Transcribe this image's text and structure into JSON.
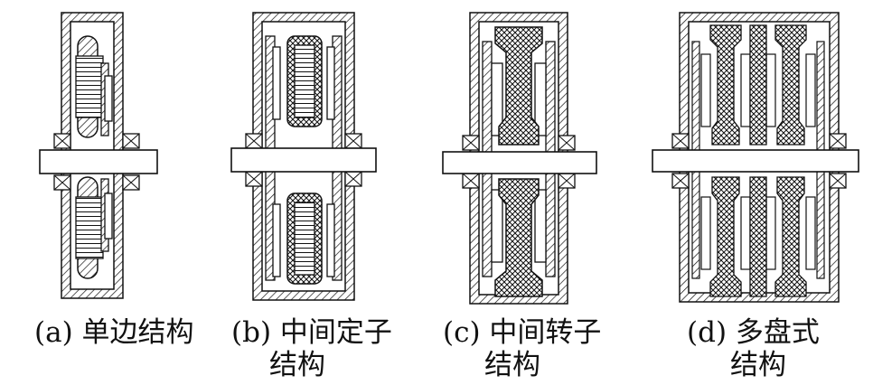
{
  "figures": [
    {
      "id": "a",
      "caption_line1": "(a) 单边结构",
      "caption_line2": ""
    },
    {
      "id": "b",
      "caption_line1": "(b) 中间定子",
      "caption_line2": "结构"
    },
    {
      "id": "c",
      "caption_line1": "(c) 中间转子",
      "caption_line2": "结构"
    },
    {
      "id": "d",
      "caption_line1": "(d) 多盘式",
      "caption_line2": "结构"
    }
  ],
  "colors": {
    "stroke": "#111111",
    "background": "#ffffff"
  },
  "hatch_types": [
    "housing-hatch",
    "rotor-crosshatch",
    "winding-lines",
    "bearing-cross"
  ]
}
